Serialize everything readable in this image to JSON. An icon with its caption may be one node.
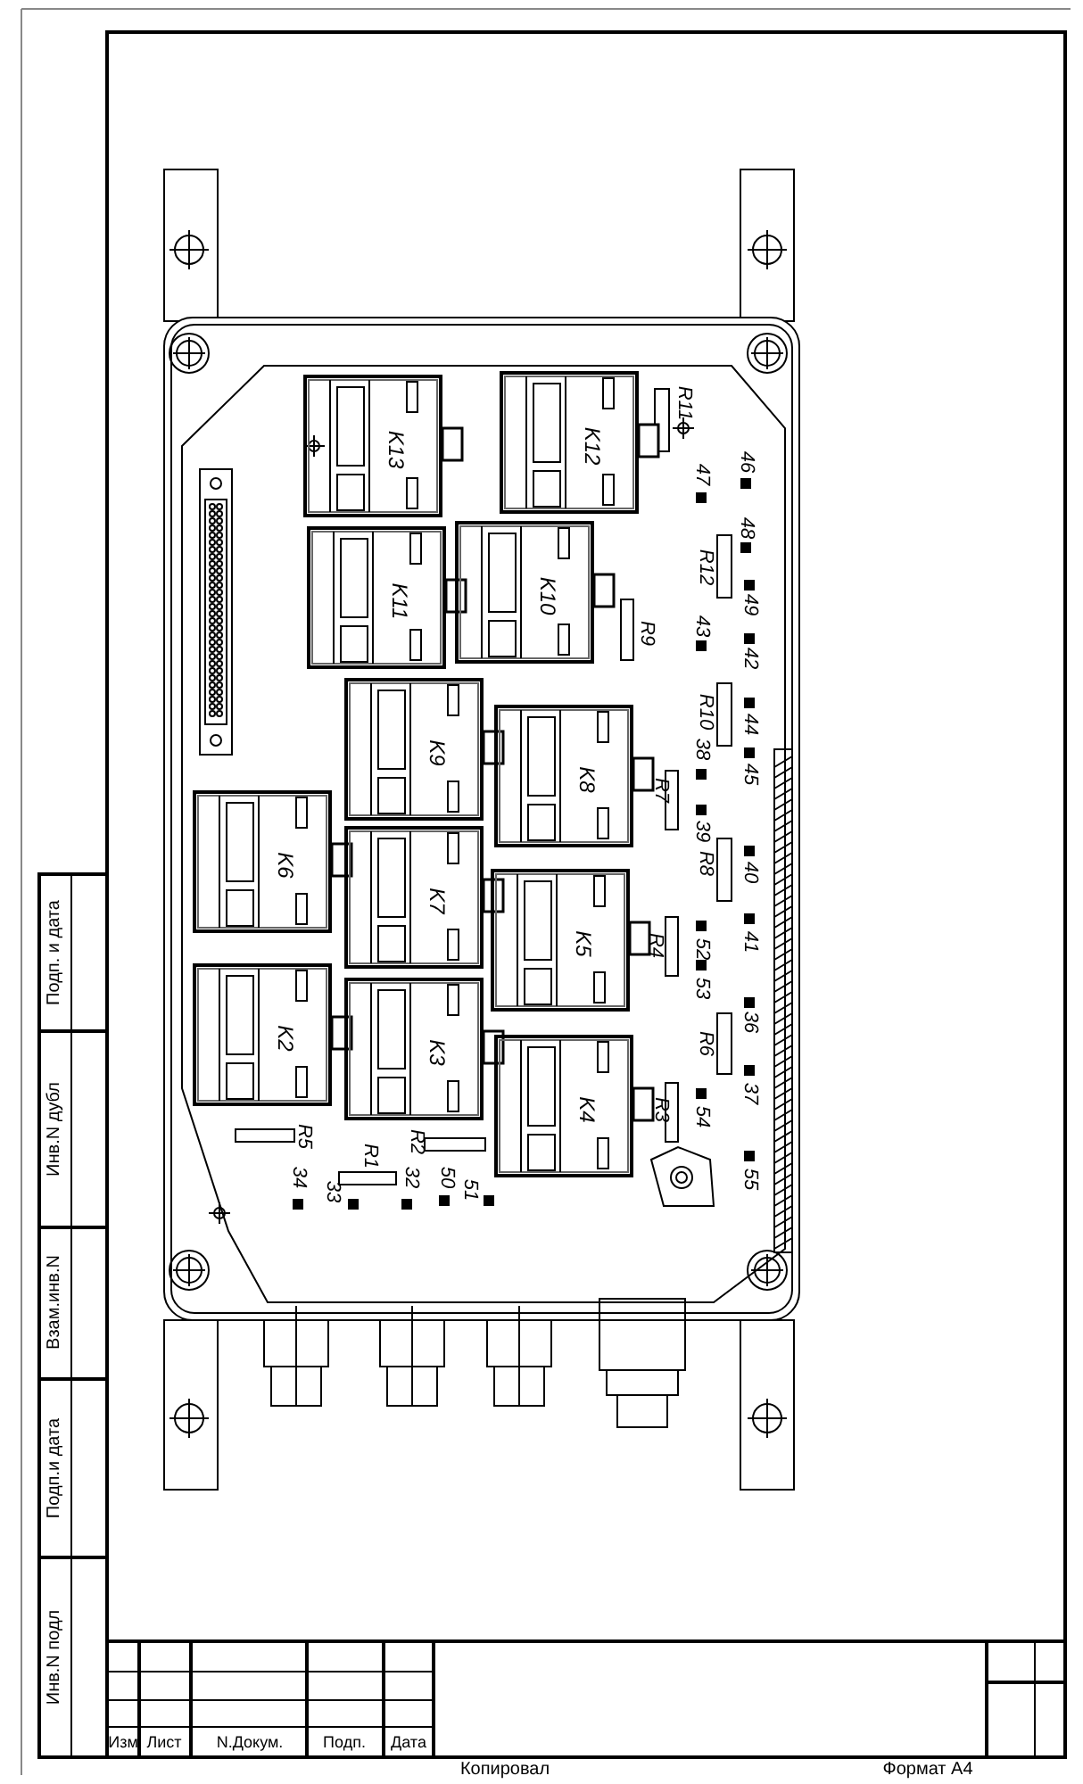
{
  "diagram": {
    "nodes": [
      {
        "text": [
          "K13"
        ]
      },
      {
        "text": [
          "K12"
        ]
      },
      {
        "text": [
          "K11"
        ]
      },
      {
        "text": [
          "K10"
        ]
      },
      {
        "text": [
          "K9"
        ]
      },
      {
        "text": [
          "K8"
        ]
      },
      {
        "text": [
          "K6"
        ]
      },
      {
        "text": [
          "K7"
        ]
      },
      {
        "text": [
          "K5"
        ]
      },
      {
        "text": [
          "K2"
        ]
      },
      {
        "text": [
          "K3"
        ]
      },
      {
        "text": [
          "K4"
        ]
      }
    ],
    "labels": [
      "R11",
      "46",
      "47",
      "48",
      "R12",
      "49",
      "43",
      "42",
      "R9",
      "R10",
      "44",
      "38",
      "45",
      "R7",
      "39",
      "R8",
      "40",
      "R4",
      "52",
      "41",
      "53",
      "36",
      "R6",
      "R3",
      "54",
      "37",
      "55",
      "R5",
      "R1",
      "R2",
      "34",
      "33",
      "32",
      "50",
      "51",
      "Подп. и дата",
      "Инв.N дубл",
      "Взам.инв.N",
      "Подп.и дата",
      "Инв.N подл",
      "Изм",
      "Лист",
      "N.Докум.",
      "Подп.",
      "Дата",
      "Копировал",
      "Формат A4"
    ]
  }
}
